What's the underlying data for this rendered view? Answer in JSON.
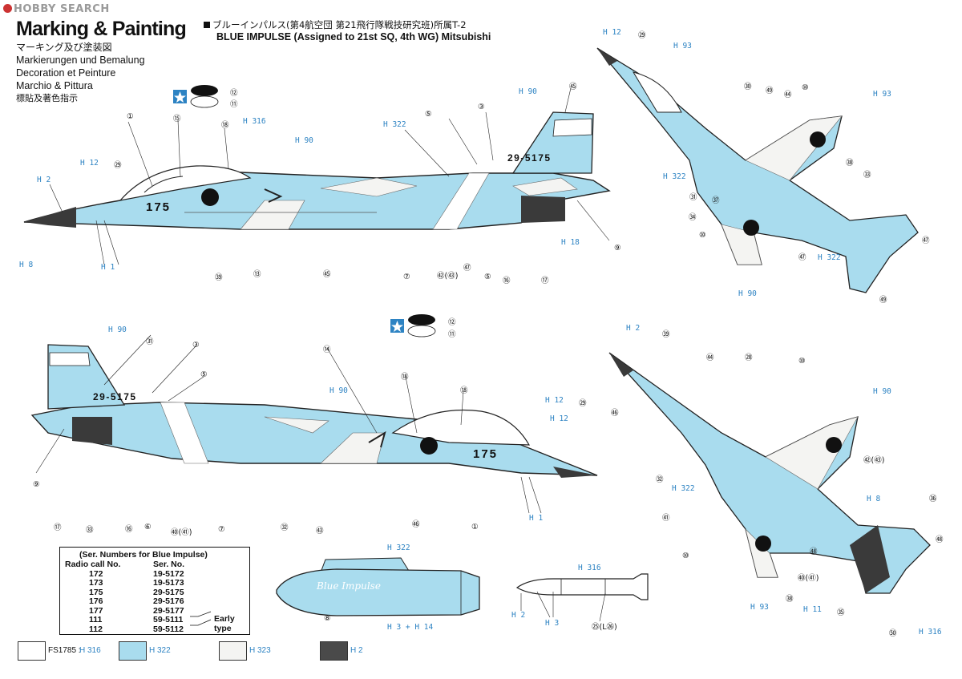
{
  "logo": "HOBBY SEARCH",
  "title": "Marking & Painting",
  "subtitles": [
    "マーキング及び塗装図",
    "Markierungen und Bemalung",
    "Decoration et Peinture",
    "Marchio & Pittura",
    "標貼及著色指示"
  ],
  "header": {
    "jp": "ブルーインパルス(第4航空団 第21飛行隊戦技研究班)所属T-2",
    "en": "BLUE IMPULSE (Assigned to 21st SQ, 4th WG) Mitsubishi"
  },
  "aircraft_codes": {
    "fuselage_top": "175",
    "tail_top": "29-5175",
    "fuselage_bottom": "175",
    "tail_bottom": "29-5175"
  },
  "tank_script": "Blue Impulse",
  "serial_table": {
    "heading": "Ser. Numbers for Blue Impulse",
    "col1_header": "Radio call No.",
    "col2_header": "Ser. No.",
    "radio": [
      "172",
      "173",
      "175",
      "176",
      "177",
      "111",
      "112"
    ],
    "serial": [
      "19-5172",
      "19-5173",
      "29-5175",
      "29-5176",
      "29-5177",
      "59-5111",
      "59-5112"
    ],
    "note": "Early type"
  },
  "legend": {
    "prefix": "FS1785 :",
    "items": [
      {
        "label": "H 316",
        "color": "#ffffff"
      },
      {
        "label": "H 322",
        "color": "#a9dcee"
      },
      {
        "label": "H 323",
        "color": "#f4f4f2"
      },
      {
        "label": "H 2",
        "color": "#4a4a4a"
      }
    ]
  },
  "colors": {
    "light_blue": "#a9dcee",
    "dark": "#3a3a3a",
    "annotation_blue": "#2d83c3"
  },
  "callouts_top": [
    {
      "t": "①"
    },
    {
      "t": "⑮"
    },
    {
      "t": "⑱"
    },
    {
      "t": "H 316"
    },
    {
      "t": "H 90"
    },
    {
      "t": "H 322"
    },
    {
      "t": "⑤"
    },
    {
      "t": "③"
    },
    {
      "t": "H 90"
    },
    {
      "t": "㊺"
    },
    {
      "t": "H 12"
    },
    {
      "t": "㉙"
    },
    {
      "t": "H 2"
    },
    {
      "t": "H 8"
    },
    {
      "t": "H 1"
    },
    {
      "t": "㊴"
    },
    {
      "t": "⑬"
    },
    {
      "t": "㊺"
    },
    {
      "t": "⑦"
    },
    {
      "t": "㊷(㊸)"
    },
    {
      "t": "㊼"
    },
    {
      "t": "⑤"
    },
    {
      "t": "⑯"
    },
    {
      "t": "⑰"
    },
    {
      "t": "H 18"
    },
    {
      "t": "⑨"
    },
    {
      "t": "⑫"
    },
    {
      "t": "⑪"
    }
  ],
  "callouts_bottom": [
    {
      "t": "H 90"
    },
    {
      "t": "㉛"
    },
    {
      "t": "③"
    },
    {
      "t": "⑤"
    },
    {
      "t": "⑭"
    },
    {
      "t": "H 90"
    },
    {
      "t": "⑱"
    },
    {
      "t": "⑱"
    },
    {
      "t": "H 12"
    },
    {
      "t": "㉙"
    },
    {
      "t": "H 12"
    },
    {
      "t": "H 1"
    },
    {
      "t": "⑨"
    },
    {
      "t": "⑰"
    },
    {
      "t": "㉝"
    },
    {
      "t": "⑯"
    },
    {
      "t": "⑥"
    },
    {
      "t": "㊵(㊶)"
    },
    {
      "t": "⑦"
    },
    {
      "t": "㉜"
    },
    {
      "t": "㊸"
    },
    {
      "t": "㊻"
    },
    {
      "t": "①"
    },
    {
      "t": "⑫"
    },
    {
      "t": "⑪"
    }
  ],
  "callouts_misc": [
    {
      "t": "H 322"
    },
    {
      "t": "⑧"
    },
    {
      "t": "H 3 + H 14"
    },
    {
      "t": "H 316"
    },
    {
      "t": "H 2"
    },
    {
      "t": "H 3"
    },
    {
      "t": "㉕(L㉖)"
    }
  ],
  "callouts_right_top": [
    {
      "t": "H 12"
    },
    {
      "t": "㉙"
    },
    {
      "t": "H 93"
    },
    {
      "t": "㉚"
    },
    {
      "t": "㊾"
    },
    {
      "t": "㊹"
    },
    {
      "t": "⑩"
    },
    {
      "t": "H 93"
    },
    {
      "t": "H 322"
    },
    {
      "t": "㉛"
    },
    {
      "t": "㊲"
    },
    {
      "t": "㉞"
    },
    {
      "t": "㊳"
    },
    {
      "t": "㉝"
    },
    {
      "t": "⑩"
    },
    {
      "t": "㊼"
    },
    {
      "t": "㊼"
    },
    {
      "t": "H 322"
    },
    {
      "t": "H 90"
    },
    {
      "t": "㊾"
    }
  ],
  "callouts_right_bottom": [
    {
      "t": "H 2"
    },
    {
      "t": "㊴"
    },
    {
      "t": "㊹"
    },
    {
      "t": "㉘"
    },
    {
      "t": "⑩"
    },
    {
      "t": "H 90"
    },
    {
      "t": "㊻"
    },
    {
      "t": "㊷(㊸)"
    },
    {
      "t": "㉜"
    },
    {
      "t": "H 322"
    },
    {
      "t": "㊶"
    },
    {
      "t": "H 8"
    },
    {
      "t": "㊱"
    },
    {
      "t": "㊽"
    },
    {
      "t": "⑩"
    },
    {
      "t": "㊵(㊶)"
    },
    {
      "t": "㊳"
    },
    {
      "t": "㊽"
    },
    {
      "t": "H 93"
    },
    {
      "t": "H 11"
    },
    {
      "t": "㉟"
    },
    {
      "t": "㊿"
    },
    {
      "t": "H 316"
    }
  ]
}
